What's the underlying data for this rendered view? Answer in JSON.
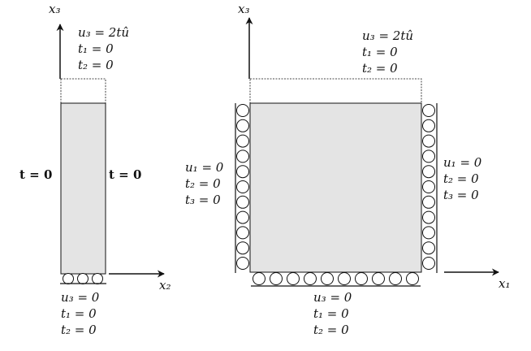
{
  "left": {
    "axis_vertical": "x₃",
    "axis_horizontal": "x₂",
    "top_bc": [
      "u₃ = 2tû",
      "t₁ = 0",
      "t₂ = 0"
    ],
    "side_bc_left": "t = 0",
    "side_bc_right": "t = 0",
    "bottom_bc": [
      "u₃ = 0",
      "t₁ = 0",
      "t₂ = 0"
    ]
  },
  "right": {
    "axis_vertical": "x₃",
    "axis_horizontal": "x₁",
    "top_bc": [
      "u₃ = 2tû",
      "t₁ = 0",
      "t₂ = 0"
    ],
    "left_bc": [
      "u₁ = 0",
      "t₂ = 0",
      "t₃ = 0"
    ],
    "right_bc": [
      "u₁ = 0",
      "t₂ = 0",
      "t₃ = 0"
    ],
    "bottom_bc": [
      "u₃ = 0",
      "t₁ = 0",
      "t₂ = 0"
    ]
  },
  "colors": {
    "fill": "#e4e4e4",
    "stroke": "#111111"
  }
}
